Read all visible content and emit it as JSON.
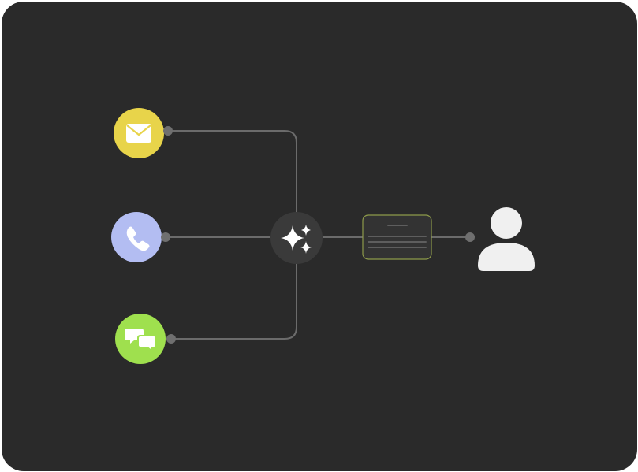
{
  "diagram": {
    "colors": {
      "background": "#2a2a2a",
      "connector": "#6b6b6b",
      "port": "#6f6f6f",
      "email_node": "#e8d44a",
      "phone_node": "#b3bdf2",
      "chat_node": "#9fe04e",
      "hub_node": "#3a3a3a",
      "document_border": "#8d9a4a",
      "user_icon": "#f0f0f0",
      "glyph": "#ffffff"
    },
    "nodes": [
      {
        "id": "email",
        "icon": "envelope-icon"
      },
      {
        "id": "phone",
        "icon": "phone-icon"
      },
      {
        "id": "chat",
        "icon": "chat-bubbles-icon"
      },
      {
        "id": "hub",
        "icon": "sparkles-icon"
      },
      {
        "id": "document",
        "icon": "document-card-icon"
      },
      {
        "id": "user",
        "icon": "user-icon"
      }
    ]
  }
}
